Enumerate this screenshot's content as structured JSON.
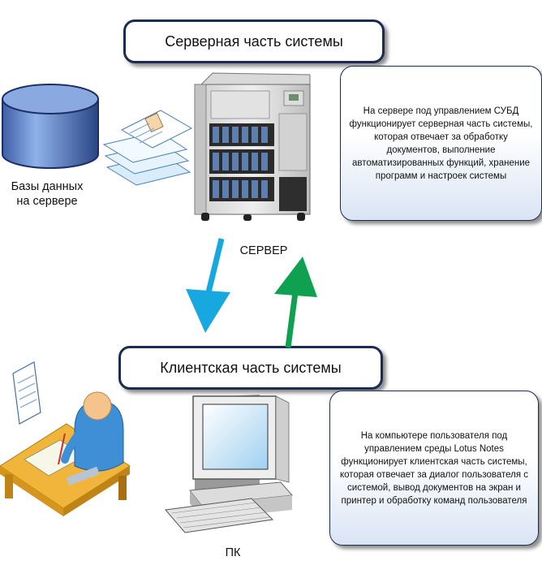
{
  "server_section": {
    "title": "Серверная часть системы",
    "description": "На сервере под управлением СУБД функционирует серверная часть системы, которая отвечает за обработку документов, выполнение автоматизированных функций, хранение программ и настроек системы"
  },
  "client_section": {
    "title": "Клиентская часть системы",
    "description": "На компьютере пользователя под управлением среды Lotus Notes функционирует клиентская часть системы, которая отвечает за диалог пользователя с системой, вывод документов на экран и принтер и обработку команд пользователя"
  },
  "labels": {
    "database_line1": "Базы данных",
    "database_line2": "на сервере",
    "server": "СЕРВЕР",
    "pc": "ПК"
  },
  "colors": {
    "down_arrow": "#17a8e0",
    "up_arrow": "#0fa050",
    "frame": "#1c2b52"
  }
}
